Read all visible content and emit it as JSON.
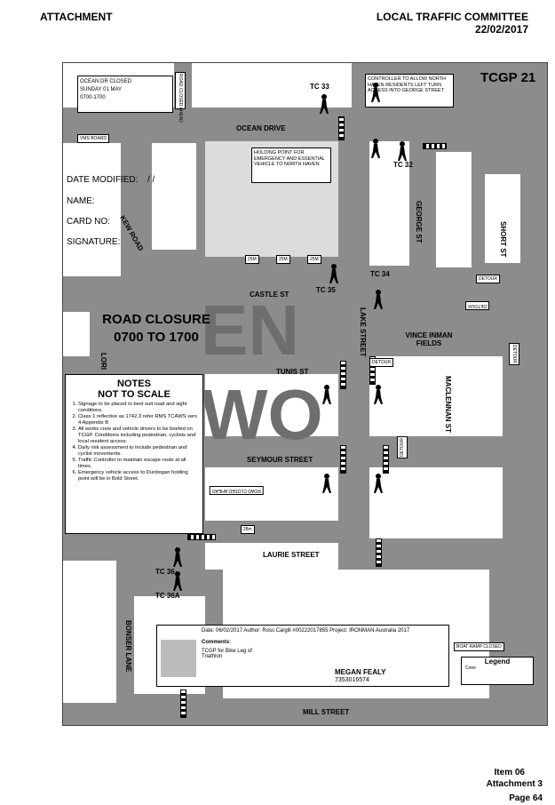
{
  "header": {
    "left": "ATTACHMENT",
    "right_title": "LOCAL TRAFFIC COMMITTEE",
    "right_date": "22/02/2017"
  },
  "footer": {
    "item": "Item 06",
    "attachment": "Attachment 3",
    "page": "Page 64"
  },
  "map": {
    "plan_id": "TCGP 21",
    "vms": {
      "line1": "OCEAN DR CLOSED",
      "line2": "SUNDAY 01 MAY",
      "line3": "0700-1700",
      "label": "VMS BOARD"
    },
    "road_closed_ahead_top": "ROAD CLOSED AHEAD",
    "controller_note": "CONTROLLER TO ALLOW NORTH HAVEN RESIDENTS LEFT TURN ACCESS INTO GEORGE STREET",
    "holding_note": "HOLDING POINT FOR EMERGENCY AND ESSENTIAL VEHICLE TO NORTH HAVEN",
    "streets": {
      "ocean_drive": "OCEAN DRIVE",
      "kew_road": "KEW ROAD",
      "george_st": "GEORGE ST",
      "short_st": "SHORT ST",
      "castle_st": "CASTLE ST",
      "lake_street": "LAKE STREET",
      "vince_inman": "VINCE INMAN FIELDS",
      "tunis_st": "TUNIS ST",
      "maclennan_st": "MACLENNAN ST",
      "seymour_street": "SEYMOUR STREET",
      "laurie_street": "LAURIE STREET",
      "bonser_lane": "BONSER LANE",
      "mill_street": "MILL STREET",
      "lori": "LORI"
    },
    "controllers": {
      "tc33": "TC 33",
      "tc32": "TC 32",
      "tc34": "TC 34",
      "tc35": "TC 35",
      "tc36": "TC 36",
      "tc36a": "TC 36A"
    },
    "form": {
      "date_modified": "DATE MODIFIED:",
      "date_slashes": "/      /",
      "name": "NAME:",
      "card_no": "CARD NO:",
      "signature": "SIGNATURE:"
    },
    "closure": {
      "line1": "ROAD CLOSURE",
      "line2": "0700 TO 1700"
    },
    "big_text_1": "EN",
    "big_text_2": "WO",
    "distances": {
      "d1": "25M",
      "d2": "25M",
      "d3": "25M",
      "d4": "28m"
    },
    "detour": "DETOUR",
    "road_closed_ahead_mid": "ROAD CLOSED AHEAD",
    "boat_ramp": "BOAT RAMP CLOSED",
    "notes": {
      "title1": "NOTES",
      "title2": "NOT TO SCALE",
      "items": [
        "Signage to be placed to best suit road and sight conditions.",
        "Class 1 reflective as 1742.3 refer RMS TCAWS vers 4 Appendix B",
        "All works crew and vehicle drivers to be briefed on TCGP. Conditions including pedestrian, cyclists and local resident access.",
        "Daily risk assessment to include pedestrian and cyclist movements.",
        "Traffic Controller to maintain escape route at all times.",
        "Emergency vehicle access to Dunbogan holding point will be in Bold Street."
      ]
    },
    "title_block": {
      "date": "Date: 06/02/2017",
      "author": "Author: Ross Cargill #00222017855",
      "project": "Project: IRONMAN Australia 2017",
      "comments_label": "Comments:",
      "comments": "TCGP for Bike Leg of Triathlon",
      "name": "MEGAN FEALY",
      "number": "7353016574"
    },
    "legend": {
      "title": "Legend",
      "cone": "Cone"
    }
  }
}
